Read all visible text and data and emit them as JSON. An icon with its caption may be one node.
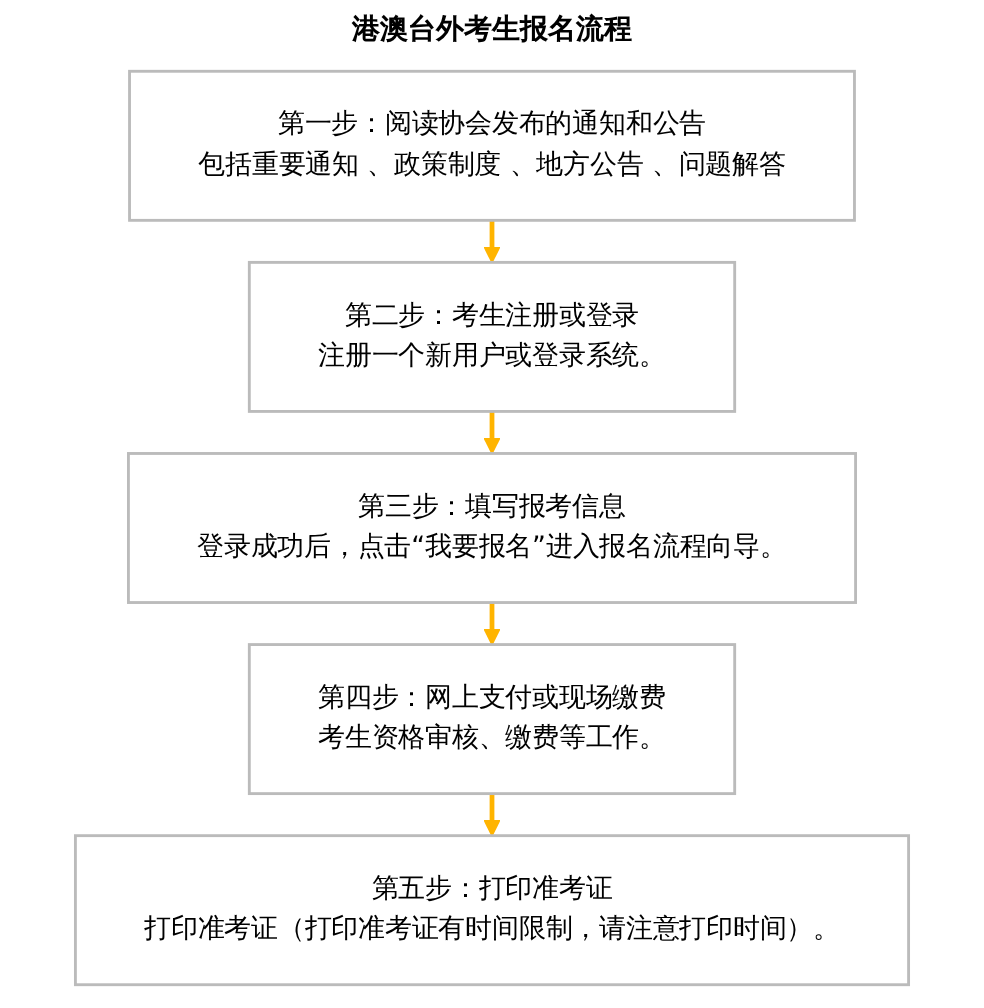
{
  "diagram": {
    "title": "港澳台外考生报名流程",
    "nodes": [
      {
        "text": [
          "第一步：阅读协会发布的通知和公告",
          "包括重要通知 、政策制度 、地方公告 、问题解答"
        ]
      },
      {
        "text": [
          "第二步：考生注册或登录",
          "注册一个新用户或登录系统。"
        ]
      },
      {
        "text": [
          "第三步：填写报考信息",
          "登录成功后，点击“我要报名”进入报名流程向导。"
        ]
      },
      {
        "text": [
          "第四步：网上支付或现场缴费",
          "考生资格审核、缴费等工作。"
        ]
      },
      {
        "text": [
          "第五步：打印准考证",
          "打印准考证（打印准考证有时间限制，请注意打印时间）。"
        ]
      }
    ],
    "edges": [
      {
        "from": 0,
        "to": 1,
        "arrow": "to"
      },
      {
        "from": 1,
        "to": 2,
        "arrow": "to"
      },
      {
        "from": 2,
        "to": 3,
        "arrow": "to"
      },
      {
        "from": 3,
        "to": 4,
        "arrow": "to"
      }
    ]
  }
}
